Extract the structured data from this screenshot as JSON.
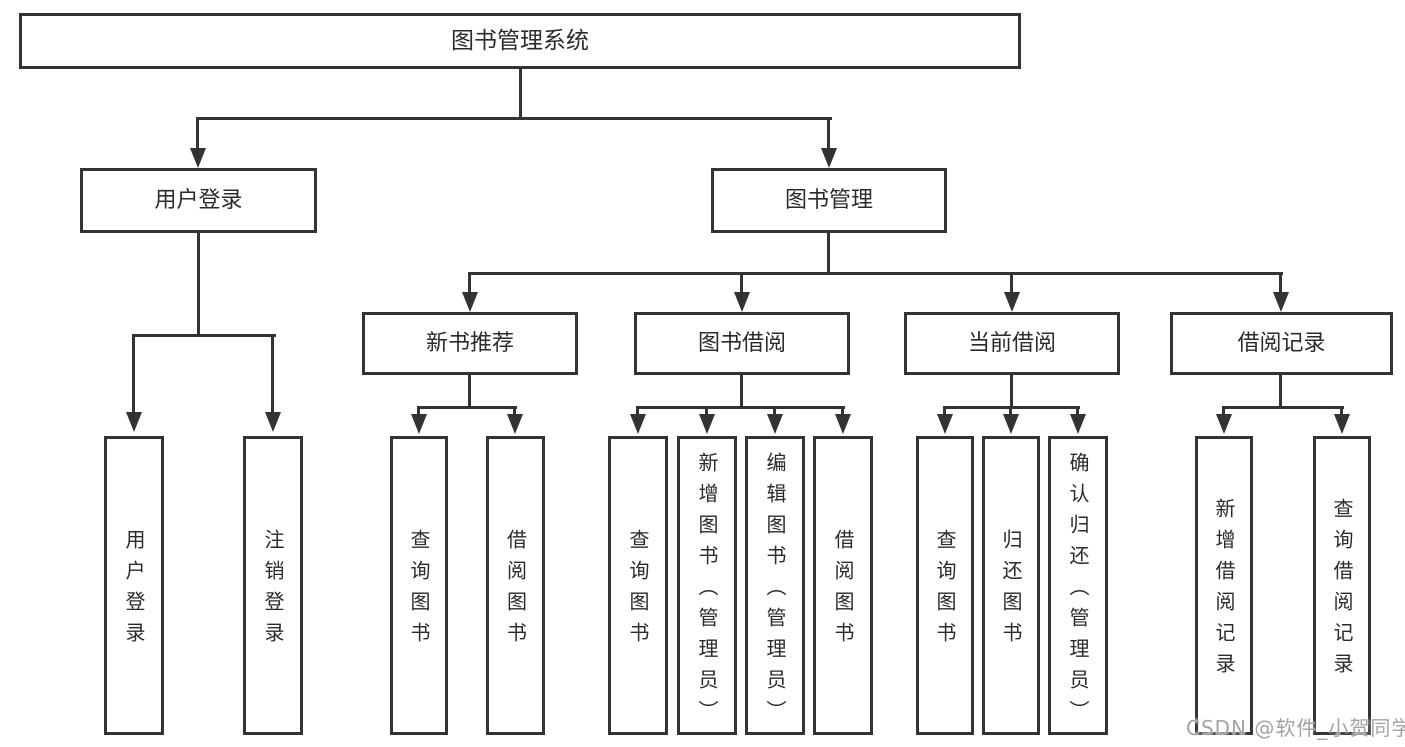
{
  "diagram": {
    "title": "图书管理系统",
    "level2": {
      "user_login": "用户登录",
      "book_management": "图书管理"
    },
    "level3": {
      "new_book_recommend": "新书推荐",
      "book_borrow": "图书借阅",
      "current_borrow": "当前借阅",
      "borrow_records": "借阅记录"
    },
    "leaves": {
      "user_login_group": [
        "用户登录",
        "注销登录"
      ],
      "recommend_group": [
        "查询图书",
        "借阅图书"
      ],
      "borrow_group": [
        "查询图书",
        "新增图书（管理员）",
        "编辑图书（管理员）",
        "借阅图书"
      ],
      "current_group": [
        "查询图书",
        "归还图书",
        "确认归还（管理员）"
      ],
      "records_group": [
        "新增借阅记录",
        "查询借阅记录"
      ]
    }
  },
  "watermark": "CSDN @软件_小贺同学",
  "colors": {
    "line": "#333333",
    "text": "#2b2b2b",
    "watermark": "#a3a3a3",
    "background": "#ffffff"
  }
}
